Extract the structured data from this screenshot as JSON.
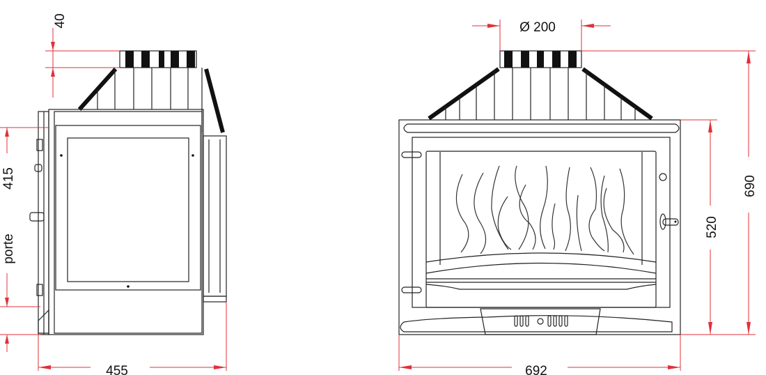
{
  "side_view": {
    "dim_flue_height": "40",
    "dim_door_height": "415",
    "door_label": "porte",
    "dim_depth": "455"
  },
  "front_view": {
    "dim_flue_diameter": "Ø 200",
    "dim_total_height": "690",
    "dim_body_height": "520",
    "dim_width": "692"
  },
  "colors": {
    "dimension": "#e0313a",
    "line": "#222222"
  }
}
